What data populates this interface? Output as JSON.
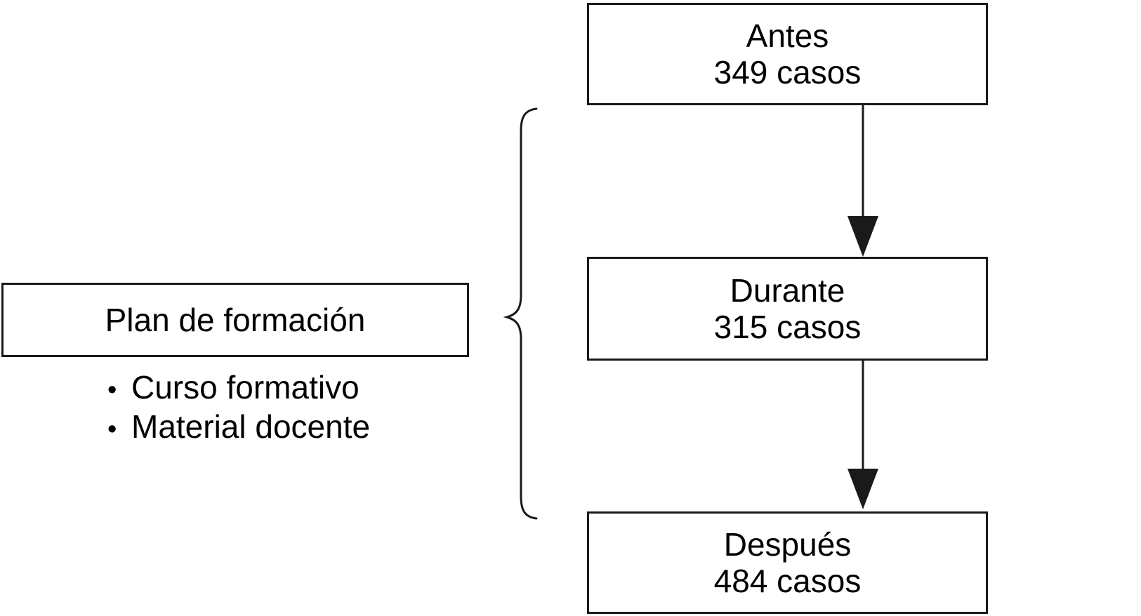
{
  "boxes": {
    "antes": {
      "title": "Antes",
      "count": "349 casos"
    },
    "durante": {
      "title": "Durante",
      "count": "315 casos"
    },
    "despues": {
      "title": "Después",
      "count": "484 casos"
    }
  },
  "plan": {
    "title": "Plan de formación",
    "items": [
      "Curso formativo",
      "Material docente"
    ]
  },
  "colors": {
    "stroke": "#1a1a1a",
    "background": "#ffffff"
  }
}
